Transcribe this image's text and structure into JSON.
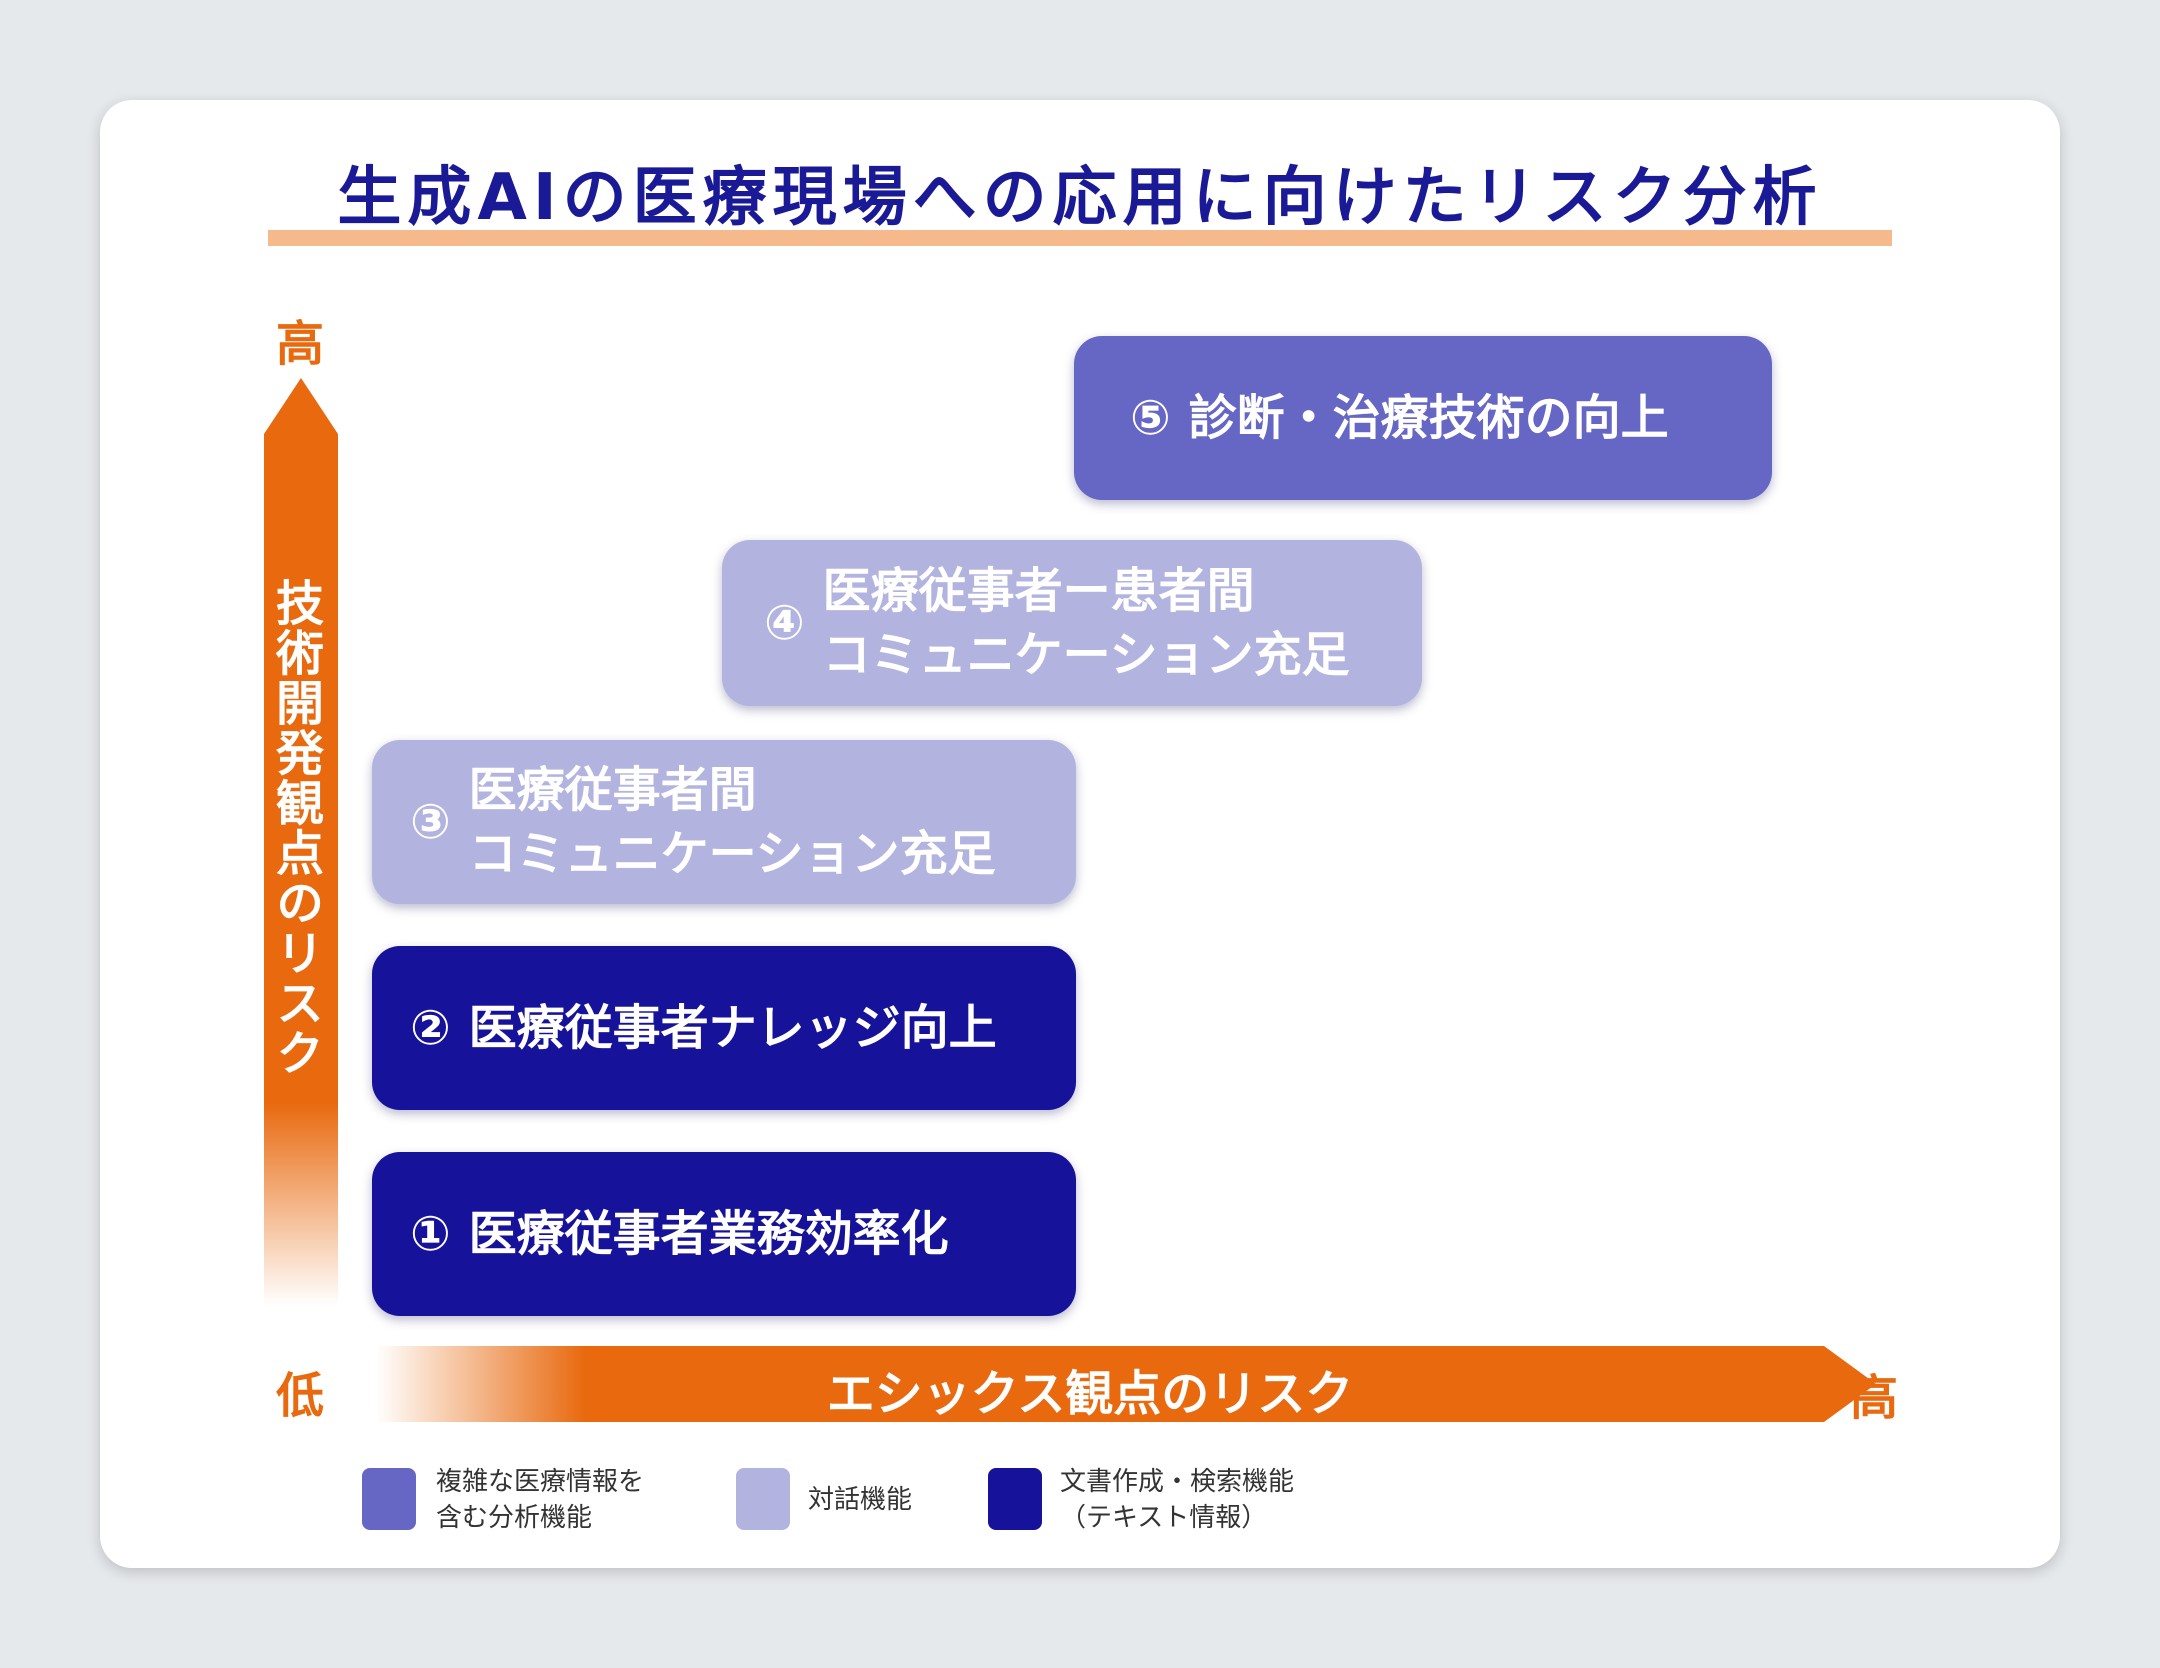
{
  "title": "生成AIの医療現場への応用に向けたリスク分析",
  "y_axis": {
    "label": "技術開発観点のリスク",
    "high": "高"
  },
  "x_axis": {
    "label": "エシックス観点のリスク",
    "low": "低",
    "high": "高"
  },
  "boxes": [
    {
      "num": "①",
      "line1": "医療従事者業務効率化",
      "line2": "",
      "category": "dark"
    },
    {
      "num": "②",
      "line1": "医療従事者ナレッジ向上",
      "line2": "",
      "category": "dark"
    },
    {
      "num": "③",
      "line1": "医療従事者間",
      "line2": "コミュニケーション充足",
      "category": "light"
    },
    {
      "num": "④",
      "line1": "医療従事者ー患者間",
      "line2": "コミュニケーション充足",
      "category": "light"
    },
    {
      "num": "⑤",
      "line1": "診断・治療技術の向上",
      "line2": "",
      "category": "mid"
    }
  ],
  "legend": [
    {
      "line1": "複雑な医療情報を",
      "line2": "含む分析機能",
      "color": "#6666c4"
    },
    {
      "line1": "対話機能",
      "line2": "",
      "color": "#b3b3e0"
    },
    {
      "line1": "文書作成・検索機能",
      "line2": "（テキスト情報）",
      "color": "#16129a"
    }
  ],
  "colors": {
    "accent_orange": "#e8690e",
    "title_navy": "#1a1a96",
    "rule_peach": "#f6b98b"
  }
}
